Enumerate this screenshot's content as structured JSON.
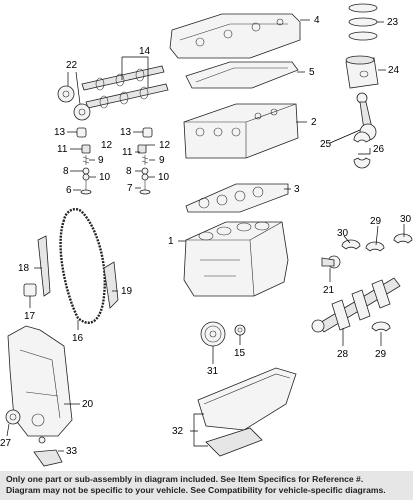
{
  "diagram": {
    "callouts": {
      "c1": "1",
      "c2": "2",
      "c3": "3",
      "c4": "4",
      "c5": "5",
      "c6": "6",
      "c7": "7",
      "c8a": "8",
      "c8b": "8",
      "c9a": "9",
      "c9b": "9",
      "c10a": "10",
      "c10b": "10",
      "c11a": "11",
      "c11b": "11",
      "c12a": "12",
      "c12b": "12",
      "c13a": "13",
      "c13b": "13",
      "c14": "14",
      "c15": "15",
      "c16": "16",
      "c17": "17",
      "c18": "18",
      "c19": "19",
      "c20": "20",
      "c21": "21",
      "c22": "22",
      "c23": "23",
      "c24": "24",
      "c25": "25",
      "c26": "26",
      "c27": "27",
      "c28": "28",
      "c29a": "29",
      "c29b": "29",
      "c30a": "30",
      "c30b": "30",
      "c31": "31",
      "c32": "32",
      "c33": "33"
    }
  },
  "disclaimer": {
    "line1": "Only one part or sub-assembly in diagram included. See Item Specifics for Reference #.",
    "line2": "Diagram may not be specific to your vehicle. See Compatibility for vehicle-specific diagrams."
  }
}
